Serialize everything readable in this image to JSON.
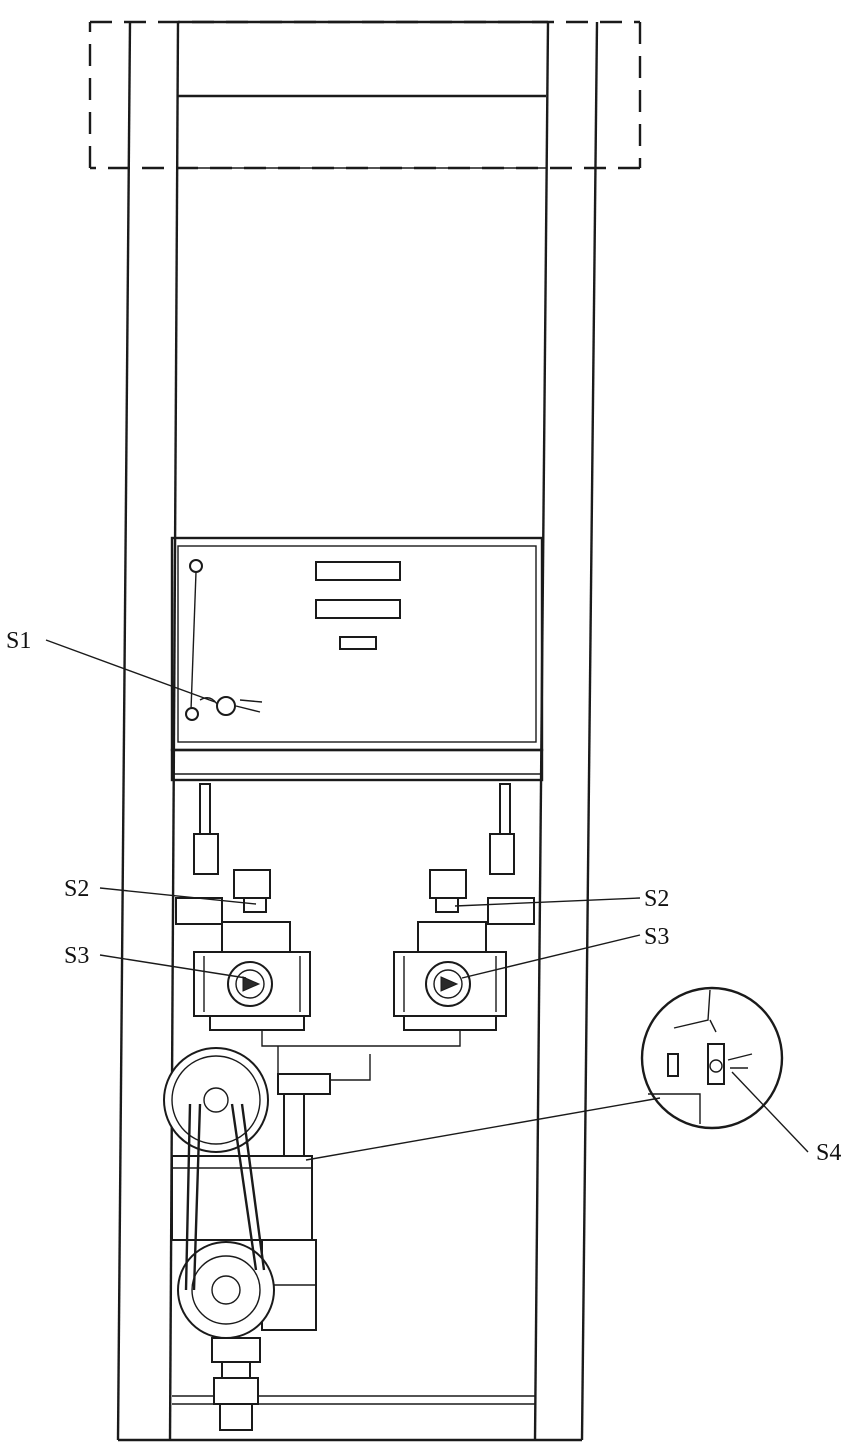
{
  "labels": {
    "s1": "S1",
    "s2_left": "S2",
    "s2_right": "S2",
    "s3_left": "S3",
    "s3_right": "S3",
    "s4": "S4"
  }
}
